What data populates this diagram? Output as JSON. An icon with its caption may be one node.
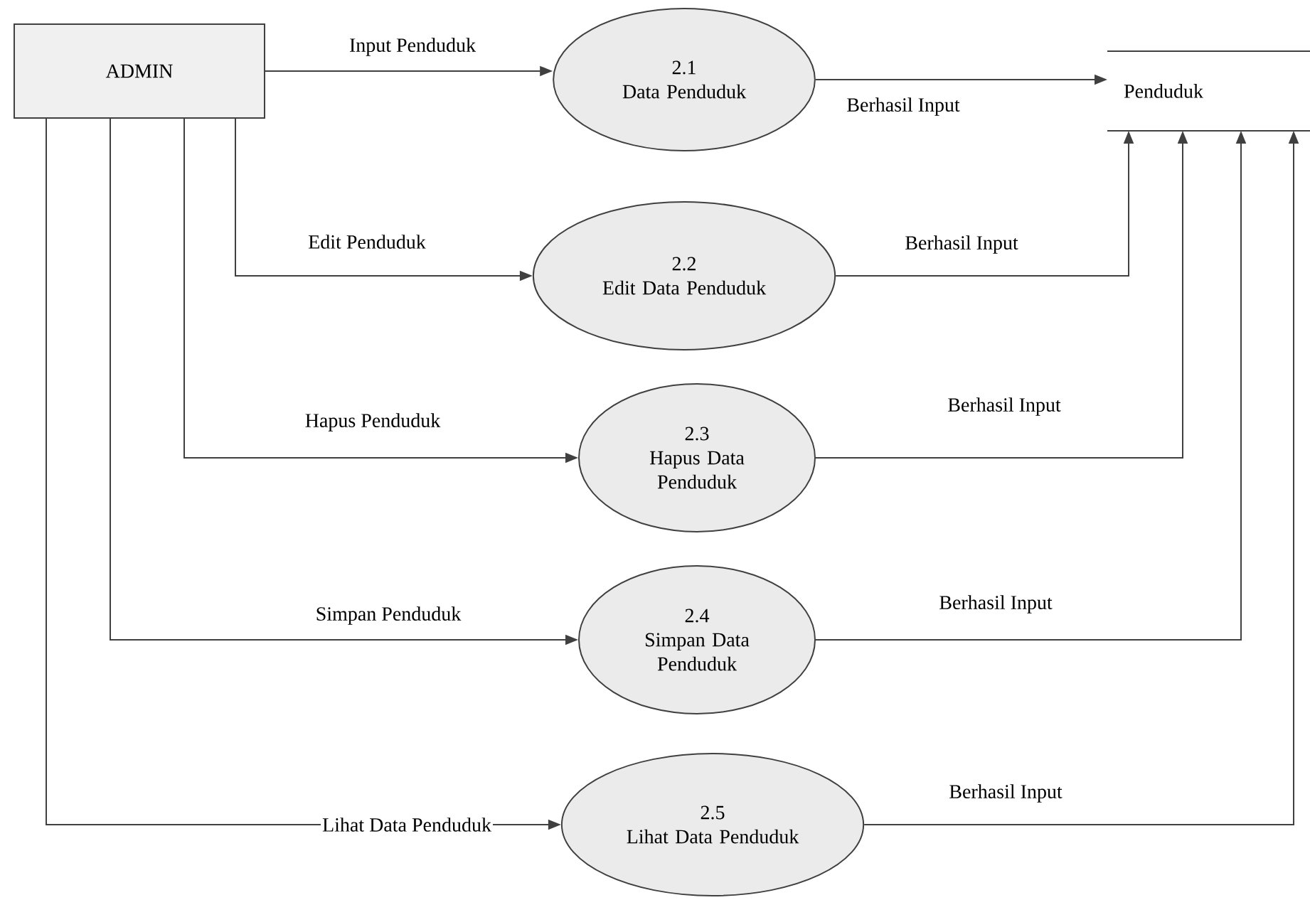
{
  "diagram": {
    "nodes": [
      {
        "text": [
          "ADMIN"
        ]
      },
      {
        "text": [
          "2.1",
          "Data Penduduk"
        ]
      },
      {
        "text": [
          "2.2",
          "Edit Data Penduduk"
        ]
      },
      {
        "text": [
          "2.3",
          "Hapus Data Penduduk"
        ]
      },
      {
        "text": [
          "2.4",
          "Simpan Data Penduduk"
        ]
      },
      {
        "text": [
          "2.5",
          "Lihat Data Penduduk"
        ]
      },
      {
        "text": [
          "Penduduk"
        ]
      }
    ],
    "edges": [
      {
        "from": 0,
        "to": 1,
        "arrow": "to",
        "label": "Input Penduduk"
      },
      {
        "from": 0,
        "to": 2,
        "arrow": "to",
        "label": "Edit Penduduk"
      },
      {
        "from": 0,
        "to": 3,
        "arrow": "to",
        "label": "Hapus Penduduk"
      },
      {
        "from": 0,
        "to": 4,
        "arrow": "to",
        "label": "Simpan Penduduk"
      },
      {
        "from": 0,
        "to": 5,
        "arrow": "to",
        "label": "Lihat Data Penduduk"
      },
      {
        "from": 1,
        "to": 6,
        "arrow": "to",
        "label": "Berhasil Input"
      },
      {
        "from": 2,
        "to": 6,
        "arrow": "to",
        "label": "Berhasil Input"
      },
      {
        "from": 3,
        "to": 6,
        "arrow": "to",
        "label": "Berhasil Input"
      },
      {
        "from": 4,
        "to": 6,
        "arrow": "to",
        "label": "Berhasil Input"
      },
      {
        "from": 5,
        "to": 6,
        "arrow": "to",
        "label": "Berhasil Input"
      }
    ]
  }
}
